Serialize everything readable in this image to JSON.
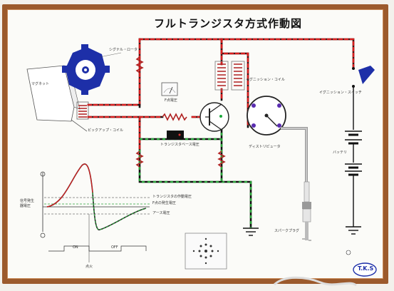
{
  "title": "フルトランジスタ方式作動図",
  "labels": {
    "magnet": "マグネット",
    "signal_rotor": "シグナル・ロータ",
    "pickup_coil": "ピックアップ・コイル",
    "f_voltmeter": "F点電圧",
    "tr_indicator": "トランジスタベース電圧",
    "ignition_coil": "イグニッション・コイル",
    "distributor": "ディストリビュータ",
    "ignition_switch": "イグニッション・スイッチ",
    "battery": "バッテリ",
    "spark_plug": "スパークプラグ",
    "waveform_y": "信号発生器電圧",
    "tr_operating_voltage": "トランジスタの作動電圧",
    "f_point_voltage": "F点の発生電圧",
    "ground_voltage": "アース電圧",
    "on": "ON",
    "off": "OFF",
    "ignition": "点火"
  },
  "logo": "T.K.S"
}
